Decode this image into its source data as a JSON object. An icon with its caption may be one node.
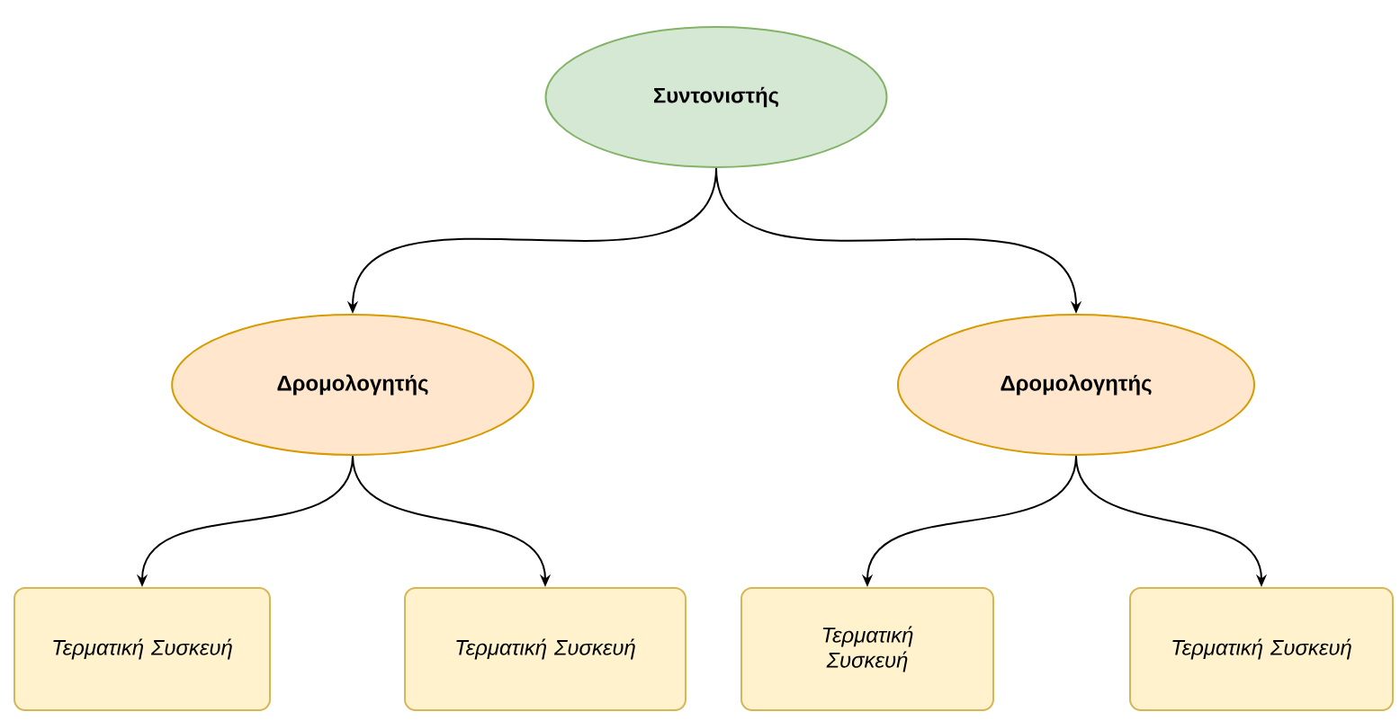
{
  "diagram": {
    "nodes": [
      {
        "text": [
          "Συντονιστής"
        ]
      },
      {
        "text": [
          "Δρομολογητής"
        ]
      },
      {
        "text": [
          "Δρομολογητής"
        ]
      },
      {
        "text": [
          "Τερματική Συσκευή"
        ]
      },
      {
        "text": [
          "Τερματική Συσκευή"
        ]
      },
      {
        "text": [
          "Τερματική Συσκευή"
        ]
      },
      {
        "text": [
          "Τερματική Συσκευή"
        ]
      }
    ],
    "edges": [
      {
        "from": 0,
        "to": 1,
        "arrow": "to"
      },
      {
        "from": 0,
        "to": 2,
        "arrow": "to"
      },
      {
        "from": 1,
        "to": 3,
        "arrow": "to"
      },
      {
        "from": 1,
        "to": 4,
        "arrow": "to"
      },
      {
        "from": 2,
        "to": 5,
        "arrow": "to"
      },
      {
        "from": 2,
        "to": 6,
        "arrow": "to"
      }
    ]
  }
}
